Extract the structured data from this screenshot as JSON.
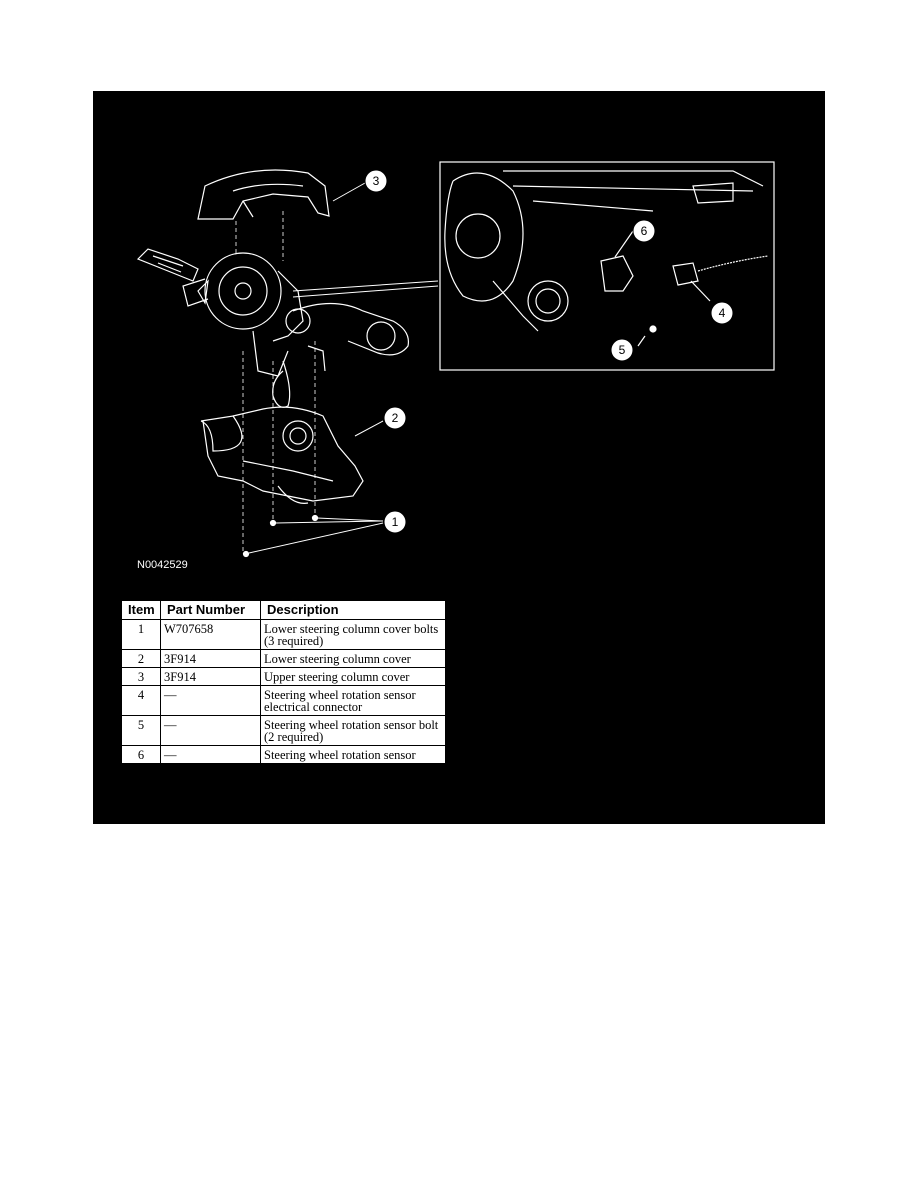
{
  "figure": {
    "figure_id": "N0042529",
    "callouts": [
      "1",
      "2",
      "3",
      "4",
      "5",
      "6"
    ]
  },
  "table": {
    "headers": [
      "Item",
      "Part Number",
      "Description"
    ],
    "rows": [
      {
        "item": "1",
        "part_number": "W707658",
        "description": "Lower steering column cover bolts (3 required)"
      },
      {
        "item": "2",
        "part_number": "3F914",
        "description": "Lower steering column cover"
      },
      {
        "item": "3",
        "part_number": "3F914",
        "description": "Upper steering column cover"
      },
      {
        "item": "4",
        "part_number": "—",
        "description": "Steering wheel rotation sensor electrical connector"
      },
      {
        "item": "5",
        "part_number": "—",
        "description": "Steering wheel rotation sensor bolt (2 required)"
      },
      {
        "item": "6",
        "part_number": "—",
        "description": "Steering wheel rotation sensor"
      }
    ]
  },
  "colors": {
    "panel": "#000000",
    "line_art": "#ffffff",
    "table_bg": "#ffffff"
  }
}
